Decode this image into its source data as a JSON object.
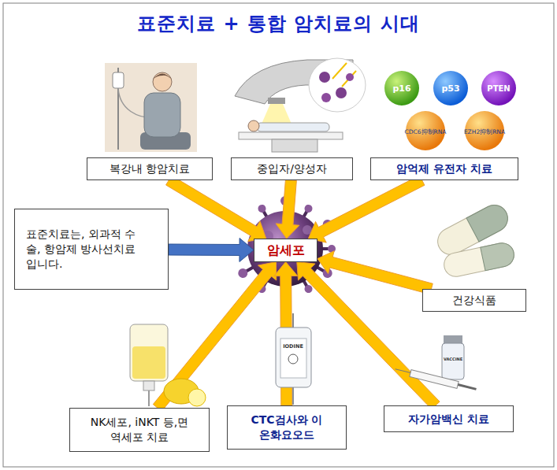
{
  "diagram": {
    "title": "표준치료 + 통합 암치료의 시대",
    "nodes": [
      {
        "text": [
          "복강내 항암치료"
        ]
      },
      {
        "text": [
          "중입자/양성자"
        ]
      },
      {
        "text": [
          "암억제 유전자 치료"
        ]
      },
      {
        "text": [
          "표준치료는, 외과적 수술, 항암제 방사선치료 입니다."
        ]
      },
      {
        "text": [
          "암세포"
        ]
      },
      {
        "text": [
          "건강식품"
        ]
      },
      {
        "text": [
          "NK세포, iNKT 등,면역세포 치료"
        ]
      },
      {
        "text": [
          "CTC검사와 이온화요오드"
        ]
      },
      {
        "text": [
          "자가암백신 치료"
        ]
      }
    ],
    "edges": [
      {
        "from": 0,
        "to": 4,
        "arrow": "to"
      },
      {
        "from": 1,
        "to": 4,
        "arrow": "to"
      },
      {
        "from": 2,
        "to": 4,
        "arrow": "to"
      },
      {
        "from": 3,
        "to": 4,
        "arrow": "to"
      },
      {
        "from": 5,
        "to": 4,
        "arrow": "to"
      },
      {
        "from": 6,
        "to": 4,
        "arrow": "to"
      },
      {
        "from": 7,
        "to": 4,
        "arrow": "to"
      },
      {
        "from": 8,
        "to": 4,
        "arrow": "to"
      }
    ],
    "labels": [
      "p16",
      "p53",
      "PTEN",
      "CDC6抑制RNA",
      "EZH2抑制RNA",
      "IODINE",
      "VACCINE"
    ]
  }
}
